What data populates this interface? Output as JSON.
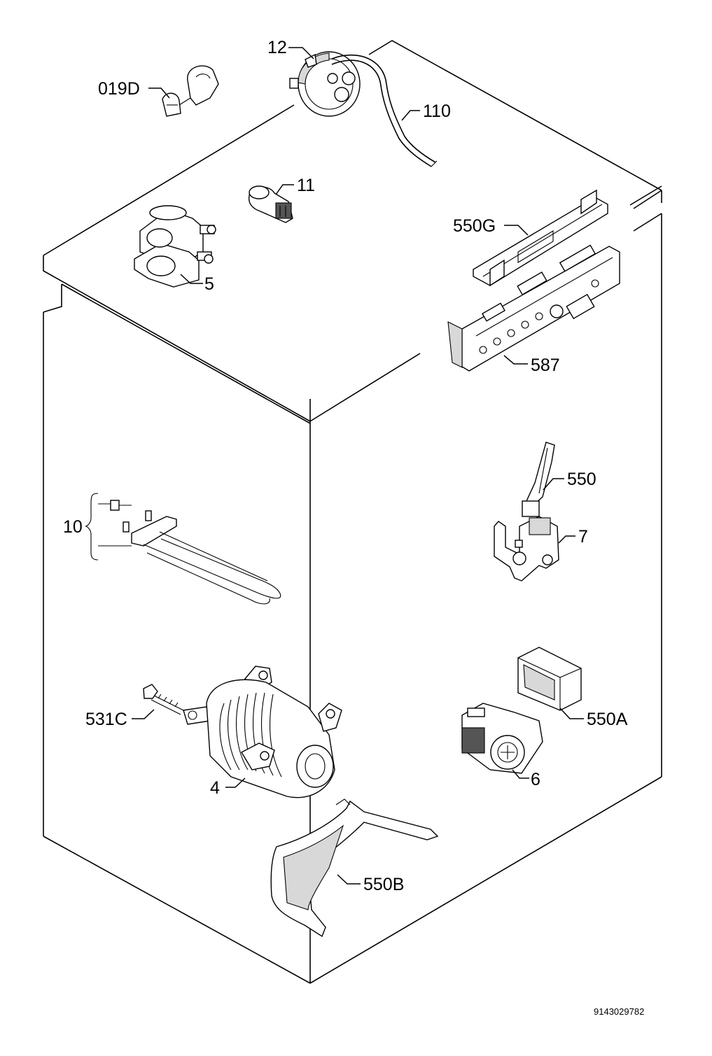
{
  "labels": {
    "l_12": "12",
    "l_019D": "019D",
    "l_110": "110",
    "l_11": "11",
    "l_550G": "550G",
    "l_5": "5",
    "l_587": "587",
    "l_550": "550",
    "l_10": "10",
    "l_7": "7",
    "l_550A": "550A",
    "l_531C": "531C",
    "l_6": "6",
    "l_4": "4",
    "l_550B": "550B"
  },
  "reference_number": "9143029782"
}
